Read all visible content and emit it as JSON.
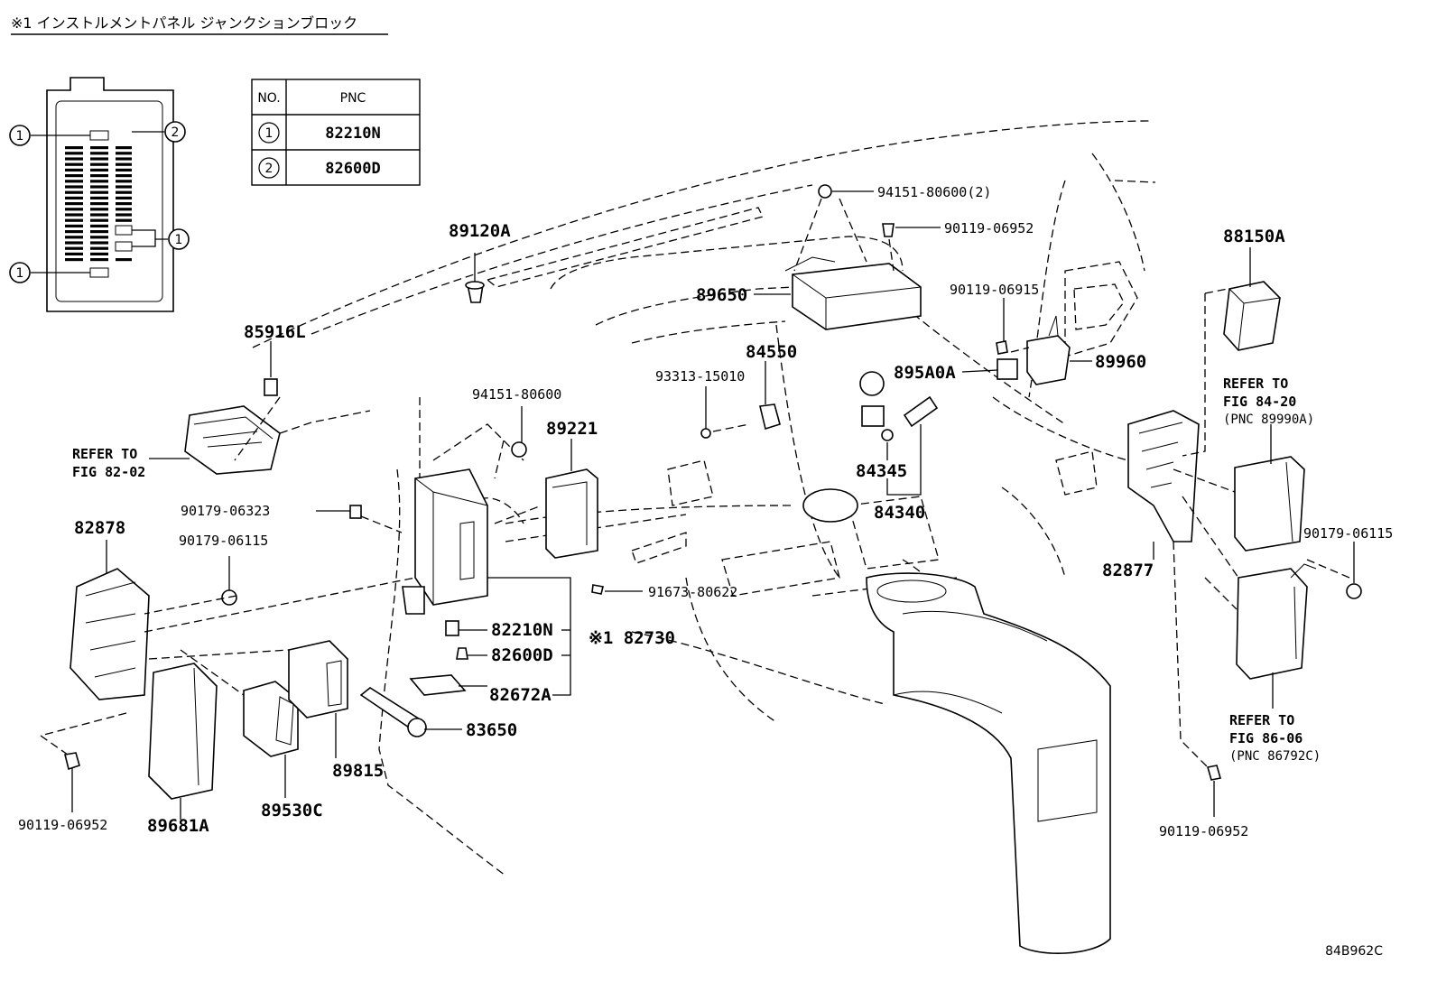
{
  "diagram": {
    "title": "※1 インストルメントパネル ジャンクションブロック",
    "figure_code": "84B962C",
    "pnc_table": {
      "header_no": "NO.",
      "header_pnc": "PNC",
      "rows": [
        {
          "no": "1",
          "pnc": "82210N"
        },
        {
          "no": "2",
          "pnc": "82600D"
        }
      ]
    },
    "jb_callouts": [
      "1",
      "2",
      "1",
      "1"
    ],
    "parts": {
      "p89120A": "89120A",
      "p85916L": "85916L",
      "p89650": "89650",
      "p94151_2": "94151-80600(2)",
      "p90119_06952_top": "90119-06952",
      "p90119_06915": "90119-06915",
      "p88150A": "88150A",
      "p84550": "84550",
      "p93313": "93313-15010",
      "p895A0A": "895A0A",
      "p89960": "89960",
      "p94151": "94151-80600",
      "p89221": "89221",
      "p84345": "84345",
      "p84340": "84340",
      "p90179_06323": "90179-06323",
      "p82878": "82878",
      "p90179_06115_left": "90179-06115",
      "p91673": "91673-80622",
      "p82210N": "82210N",
      "p82730": "※1 82730",
      "p82600D": "82600D",
      "p82672A": "82672A",
      "p83650": "83650",
      "p89815": "89815",
      "p89530C": "89530C",
      "p89681A": "89681A",
      "p90119_06952_left": "90119-06952",
      "p82877": "82877",
      "p90179_06115_right": "90179-06115",
      "p90119_06952_right": "90119-06952"
    },
    "refs": {
      "ref_82_02_line1": "REFER TO",
      "ref_82_02_line2": "FIG 82-02",
      "ref_84_20_line1": "REFER TO",
      "ref_84_20_line2": "FIG 84-20",
      "ref_84_20_line3": "(PNC 89990A)",
      "ref_86_06_line1": "REFER TO",
      "ref_86_06_line2": "FIG 86-06",
      "ref_86_06_line3": "(PNC 86792C)"
    }
  }
}
